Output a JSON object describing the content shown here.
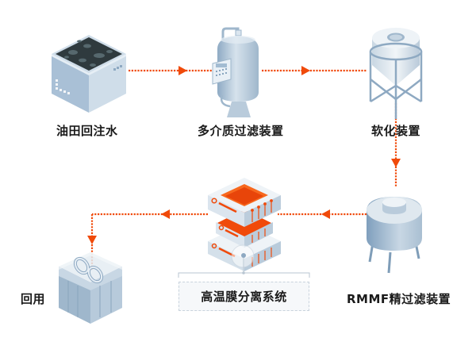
{
  "title": "油田回注水处理流程",
  "colors": {
    "accent": "#f04a0a",
    "equipment_light": "#e3ebf2",
    "equipment_mid": "#b7cadb",
    "equipment_dark": "#7f9db8",
    "label_text": "#1a1a1a",
    "system_box_bg": "#f6f8fa",
    "system_box_border": "#c9d3dd"
  },
  "nodes": [
    {
      "id": "oilfield-injection-water",
      "label": "油田回注水",
      "icon": "water-tank-icon"
    },
    {
      "id": "multimedia-filter",
      "label": "多介质过滤装置",
      "icon": "pressure-vessel-icon"
    },
    {
      "id": "softening-unit",
      "label": "软化装置",
      "icon": "silo-icon"
    },
    {
      "id": "rmmf-filter",
      "label": "RMMF精过滤装置",
      "icon": "tank-icon"
    },
    {
      "id": "high-temp-membrane",
      "label": "高温膜分离系统",
      "icon": "membrane-stack-icon"
    },
    {
      "id": "reuse",
      "label": "回用",
      "icon": "recycle-box-icon"
    }
  ],
  "flows": [
    {
      "from": "油田回注水",
      "to": "多介质过滤装置"
    },
    {
      "from": "多介质过滤装置",
      "to": "软化装置"
    },
    {
      "from": "软化装置",
      "to": "RMMF精过滤装置"
    },
    {
      "from": "RMMF精过滤装置",
      "to": "高温膜分离系统"
    },
    {
      "from": "高温膜分离系统",
      "to": "回用"
    }
  ]
}
